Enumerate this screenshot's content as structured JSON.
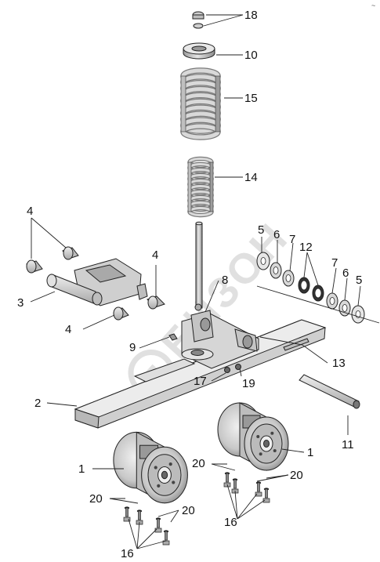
{
  "figure": {
    "corner_mark": "~",
    "watermark": "БИЗОН"
  },
  "callouts": {
    "c1a": "1",
    "c1b": "1",
    "c2": "2",
    "c3": "3",
    "c4a": "4",
    "c4b": "4",
    "c4c": "4",
    "c5a": "5",
    "c5b": "5",
    "c6a": "6",
    "c6b": "6",
    "c7a": "7",
    "c7b": "7",
    "c8": "8",
    "c9": "9",
    "c10": "10",
    "c11": "11",
    "c12": "12",
    "c13": "13",
    "c14": "14",
    "c15": "15",
    "c16a": "16",
    "c16b": "16",
    "c17": "17",
    "c18": "18",
    "c19": "19",
    "c20a": "20",
    "c20b": "20",
    "c20c": "20",
    "c20d": "20"
  },
  "colors": {
    "part_fill": "#dcdcdc",
    "part_shade": "#b4b4b4",
    "line": "#222222",
    "watermark": "#c8c8c8"
  }
}
